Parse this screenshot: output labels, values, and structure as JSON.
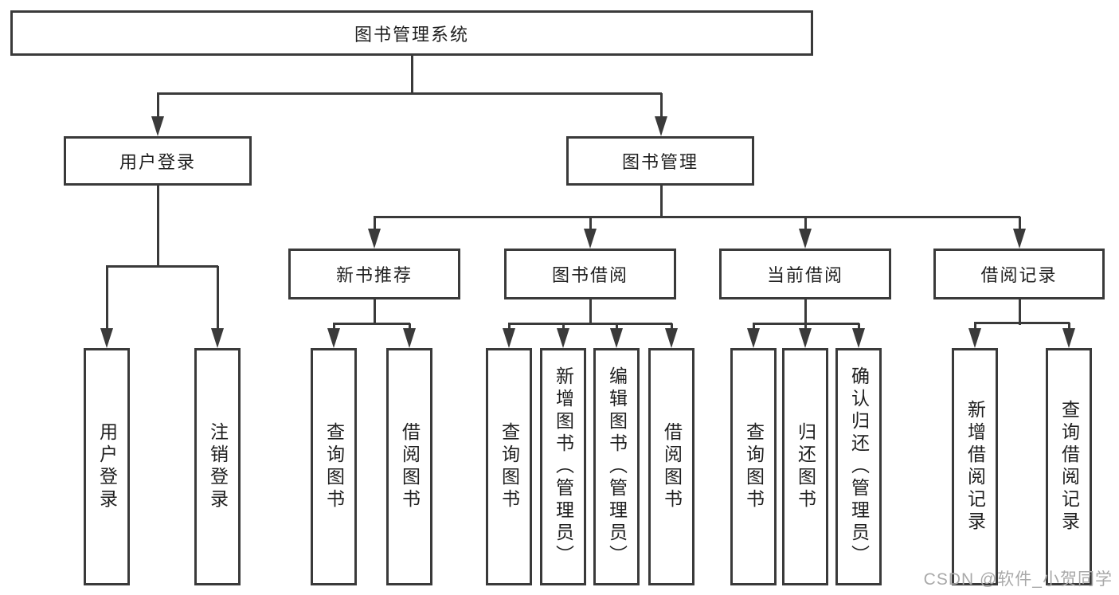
{
  "diagram": {
    "root": {
      "label": "图书管理系统",
      "children": [
        {
          "label": "用户登录",
          "children": [
            {
              "label": "用户登录"
            },
            {
              "label": "注销登录"
            }
          ]
        },
        {
          "label": "图书管理",
          "children": [
            {
              "label": "新书推荐",
              "children": [
                {
                  "label": "查询图书"
                },
                {
                  "label": "借阅图书"
                }
              ]
            },
            {
              "label": "图书借阅",
              "children": [
                {
                  "label": "查询图书"
                },
                {
                  "label": "新增图书（管理员）"
                },
                {
                  "label": "编辑图书（管理员）"
                },
                {
                  "label": "借阅图书"
                }
              ]
            },
            {
              "label": "当前借阅",
              "children": [
                {
                  "label": "查询图书"
                },
                {
                  "label": "归还图书"
                },
                {
                  "label": "确认归还（管理员）"
                }
              ]
            },
            {
              "label": "借阅记录",
              "children": [
                {
                  "label": "新增借阅记录"
                },
                {
                  "label": "查询借阅记录"
                }
              ]
            }
          ]
        }
      ]
    }
  },
  "watermark": {
    "text": "CSDN @软件_小贺同学"
  },
  "colors": {
    "line": "#3a3a3a",
    "text": "#1f1f1f",
    "watermark": "#a9a9a9",
    "background": "#ffffff"
  }
}
